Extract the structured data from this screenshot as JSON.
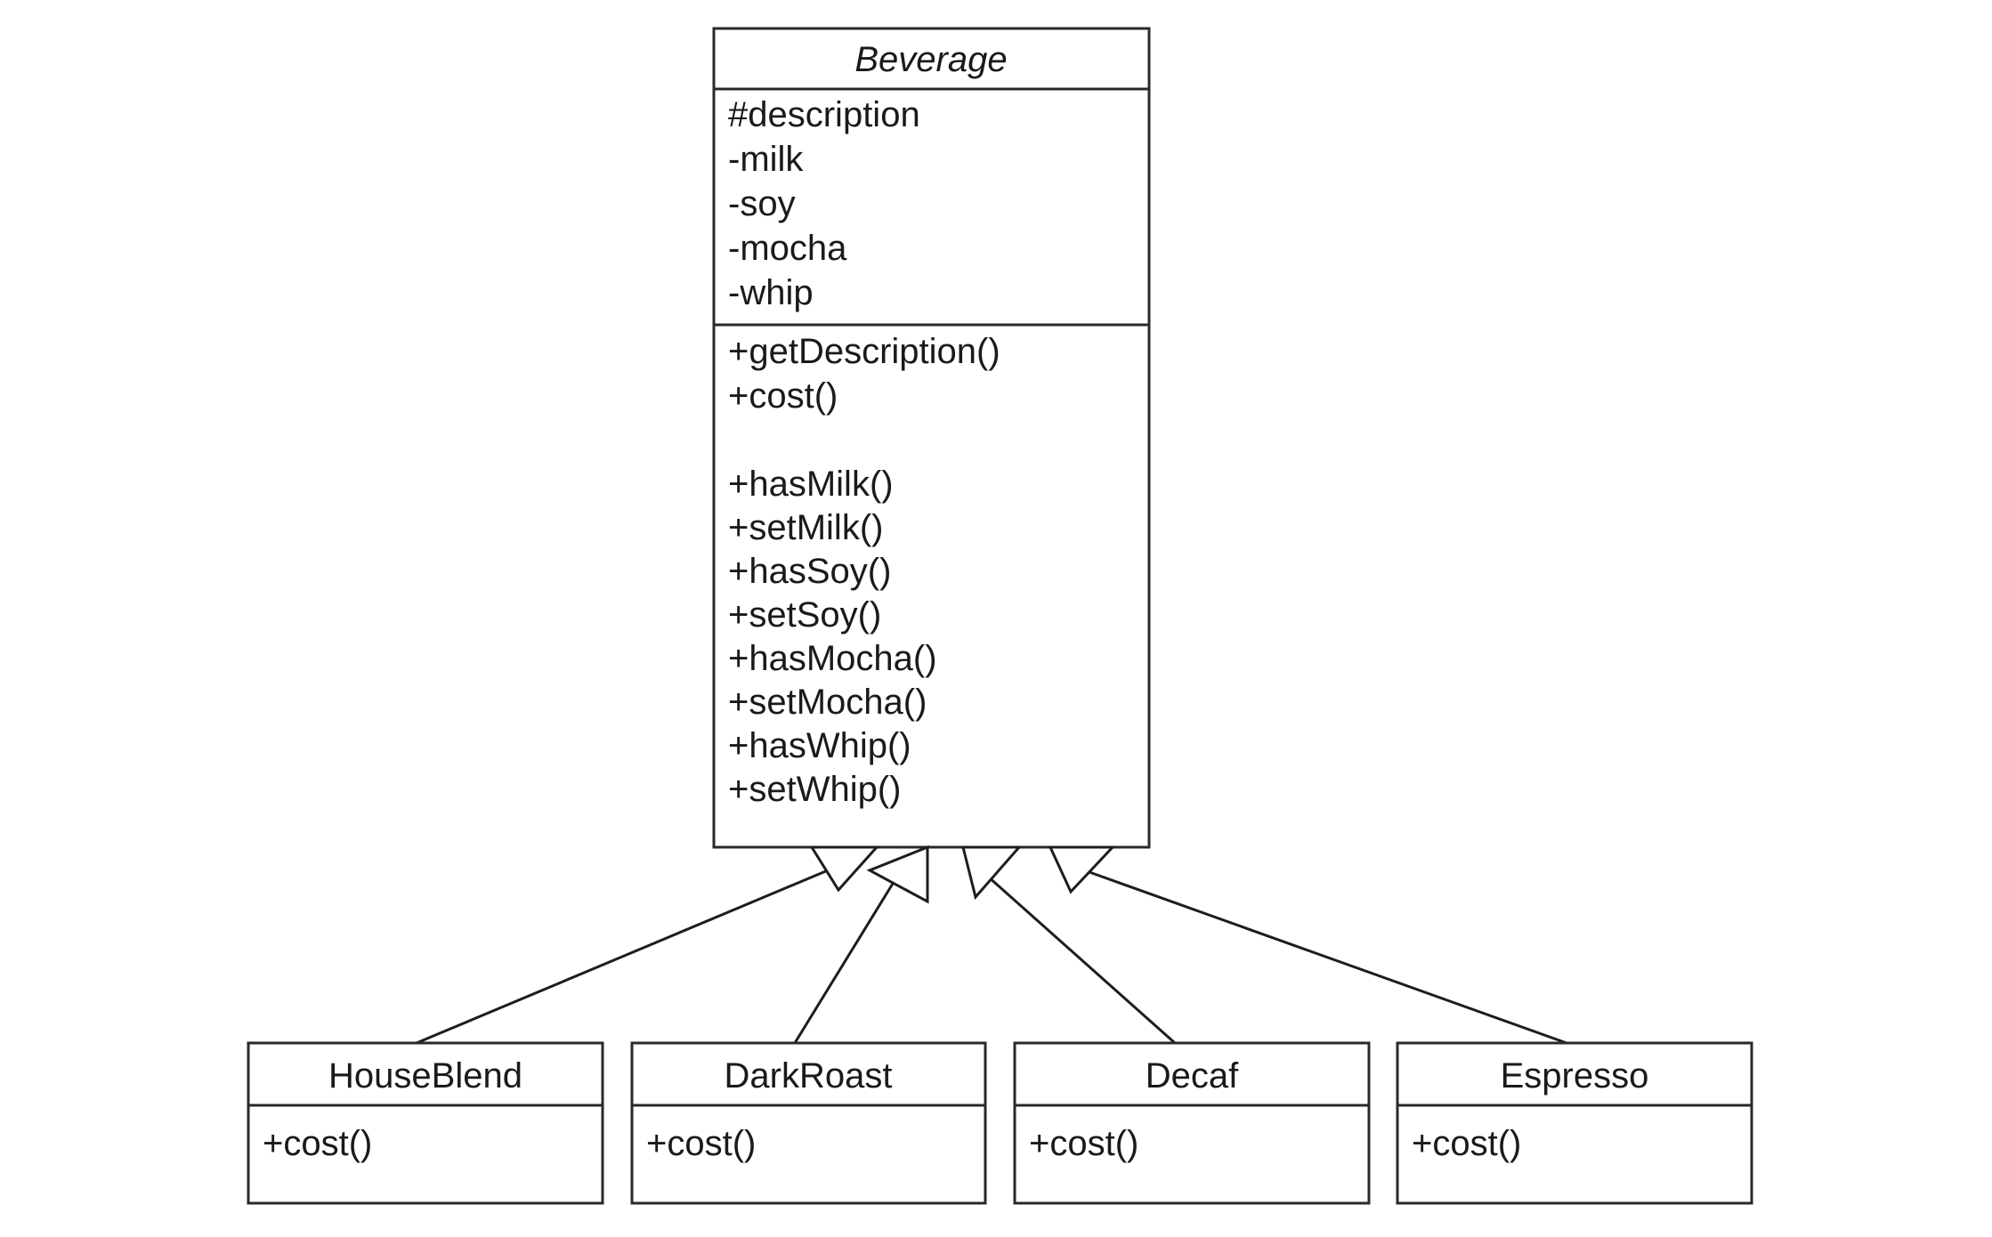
{
  "diagram": {
    "type": "uml-class-diagram",
    "relationship": "generalization",
    "parent": {
      "name": "Beverage",
      "abstract": true,
      "attributes": [
        "#description",
        "-milk",
        "-soy",
        "-mocha",
        "-whip"
      ],
      "methods": [
        "+getDescription()",
        "+cost()",
        "",
        "+hasMilk()",
        "+setMilk()",
        "+hasSoy()",
        "+setSoy()",
        "+hasMocha()",
        "+setMocha()",
        "+hasWhip()",
        "+setWhip()"
      ]
    },
    "subclasses": [
      {
        "name": "HouseBlend",
        "abstract": false,
        "methods": [
          "+cost()"
        ]
      },
      {
        "name": "DarkRoast",
        "abstract": false,
        "methods": [
          "+cost()"
        ]
      },
      {
        "name": "Decaf",
        "abstract": false,
        "methods": [
          "+cost()"
        ]
      },
      {
        "name": "Espresso",
        "abstract": false,
        "methods": [
          "+cost()"
        ]
      }
    ],
    "colors": {
      "background": "#ffffff",
      "box_fill": "#ffffff",
      "stroke": "#2a2a2a",
      "text": "#1a1a1a"
    }
  }
}
